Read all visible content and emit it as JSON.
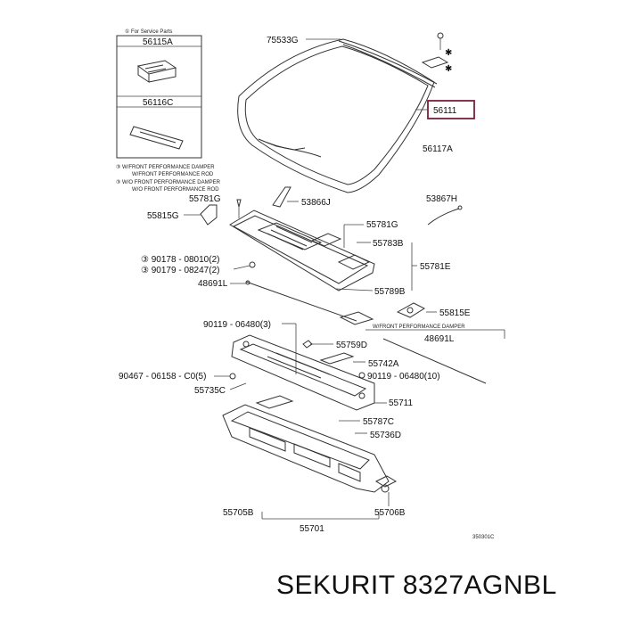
{
  "service_parts_note": "① For Service Parts",
  "labels": {
    "p56115A": "56115A",
    "p56116C": "56116C",
    "p75533G": "75533G",
    "p56111": "56111",
    "p56117A": "56117A",
    "p55781G_a": "55781G",
    "p53866J": "53866J",
    "p53867H": "53867H",
    "p55815G": "55815G",
    "p55781G_b": "55781G",
    "p55783B": "55783B",
    "p90178": "③ 90178 - 08010(2)",
    "p90179": "③ 90179 - 08247(2)",
    "p55781E": "55781E",
    "p48691L_a": "48691L",
    "p55789B": "55789B",
    "p55815E": "55815E",
    "p90119a": "90119 - 06480(3)",
    "p48691L_b": "48691L",
    "p55759D": "55759D",
    "p55742A": "55742A",
    "p90467": "90467 - 06158 - C0(5)",
    "p90119b": "90119 - 06480(10)",
    "p55735C": "55735C",
    "p55711": "55711",
    "p55787C": "55787C",
    "p55736D": "55736D",
    "p55705B": "55705B",
    "p55706B": "55706B",
    "p55701": "55701",
    "fig_code": "350301C"
  },
  "notes": {
    "n1": "③ W/FRONT PERFORMANCE DAMPER",
    "n2": "W/FRONT PERFORMANCE ROD",
    "n3": "③ W/O FRONT PERFORMANCE DAMPER",
    "n4": "W/O FRONT PERFORMANCE ROD",
    "n5": "W/FRONT PERFORMANCE DAMPER"
  },
  "footer": "SEKURIT 8327AGNBL",
  "colors": {
    "highlight_box": "#7a1f3a",
    "line": "#333333"
  }
}
